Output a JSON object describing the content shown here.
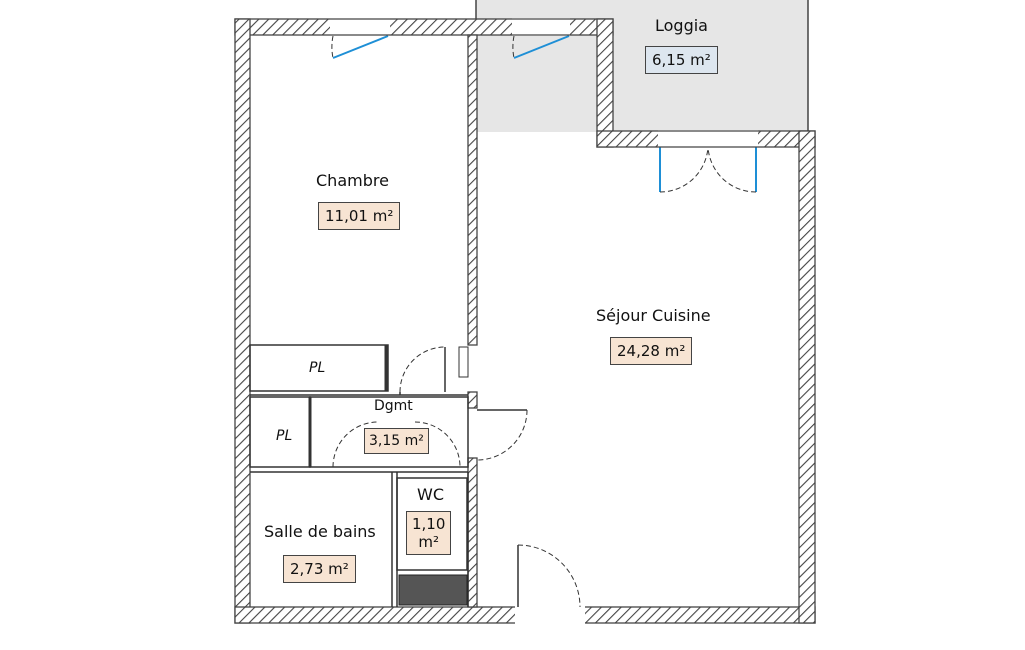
{
  "colors": {
    "wall_hatch": "#444444",
    "window_blue": "#1e8fd6",
    "area_warm": "#f7e4d3",
    "area_cool": "#dde6ef",
    "loggia_fill": "#e6e6e6",
    "duct_fill": "#555555"
  },
  "rooms": {
    "loggia": {
      "name": "Loggia",
      "area": "6,15 m²"
    },
    "chambre": {
      "name": "Chambre",
      "area": "11,01 m²"
    },
    "sejour": {
      "name": "Séjour Cuisine",
      "area": "24,28 m²"
    },
    "dgmt": {
      "name": "Dgmt",
      "area": "3,15 m²"
    },
    "wc": {
      "name": "WC",
      "area_line1": "1,10",
      "area_line2": "m²"
    },
    "sdb": {
      "name": "Salle de bains",
      "area": "2,73 m²"
    }
  },
  "placards": {
    "pl1": "PL",
    "pl2": "PL"
  }
}
